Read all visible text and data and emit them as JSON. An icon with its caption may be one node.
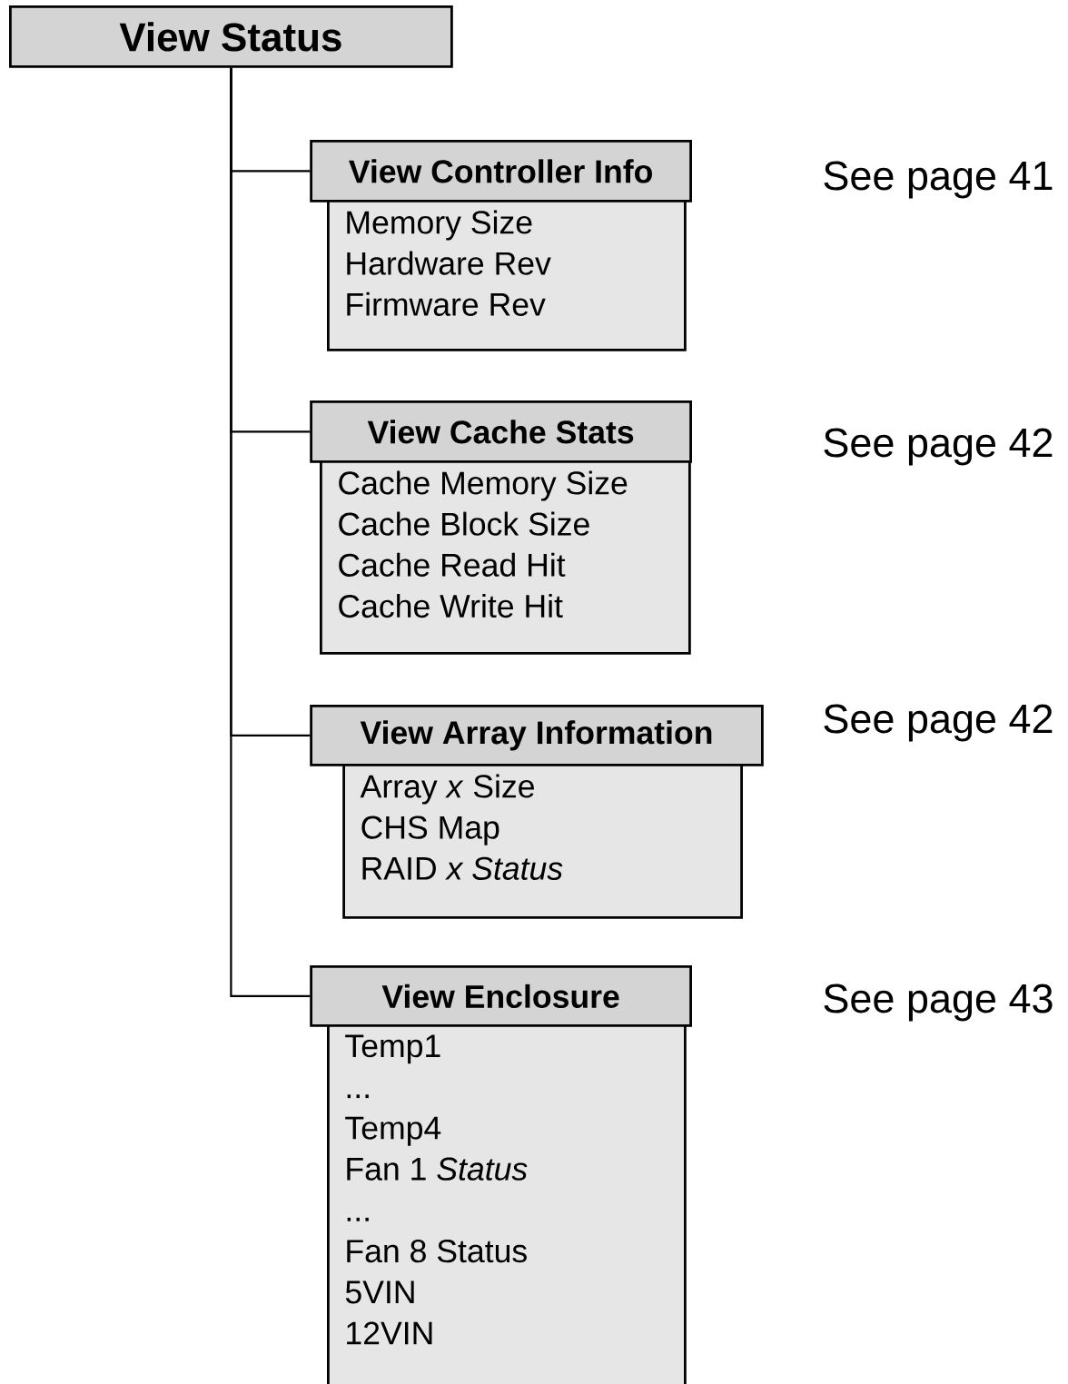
{
  "diagram": {
    "nodes": [
      {
        "text": [
          "View Status"
        ]
      },
      {
        "text": [
          "View Controller Info"
        ],
        "beside": [
          "See page 41"
        ]
      },
      {
        "text": [
          "Memory Size",
          "Hardware Rev",
          "Firmware Rev"
        ]
      },
      {
        "text": [
          "View Cache Stats"
        ],
        "beside": [
          "See page 42"
        ]
      },
      {
        "text": [
          "Cache Memory Size",
          "Cache Block Size",
          "Cache Read Hit",
          "Cache Write Hit"
        ]
      },
      {
        "text": [
          "View Array Information"
        ],
        "beside": [
          "See page 42"
        ]
      },
      {
        "text": [
          "Array *x* Size",
          "CHS Map",
          "RAID *x Status*"
        ]
      },
      {
        "text": [
          "View Enclosure"
        ],
        "beside": [
          "See page 43"
        ]
      },
      {
        "text": [
          "Temp1",
          "...",
          "Temp4",
          "Fan 1 *Status*",
          "...",
          "Fan 8 Status",
          "5VIN",
          "12VIN"
        ]
      }
    ],
    "edges": [
      {
        "from": 0,
        "to": 1,
        "arrow": "none"
      },
      {
        "from": 0,
        "to": 3,
        "arrow": "none"
      },
      {
        "from": 0,
        "to": 5,
        "arrow": "none"
      },
      {
        "from": 0,
        "to": 7,
        "arrow": "none"
      }
    ]
  }
}
